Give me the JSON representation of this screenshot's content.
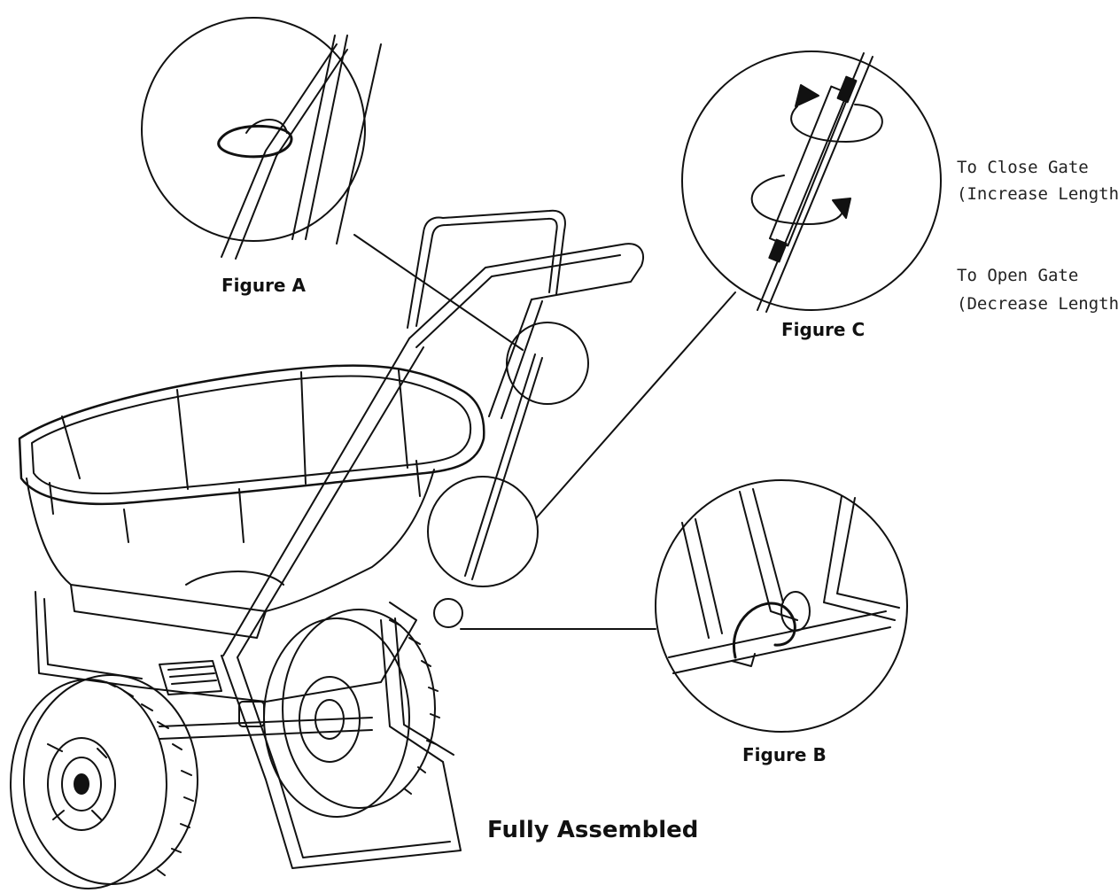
{
  "labels": {
    "figure_a": "Figure A",
    "figure_b": "Figure B",
    "figure_c": "Figure C",
    "fully_assembled": "Fully Assembled",
    "close_gate": "To Close Gate",
    "close_gate_detail": "(Increase Length)",
    "open_gate": "To Open Gate",
    "open_gate_detail": "(Decrease Length)"
  },
  "colors": {
    "ink": "#111111",
    "background": "#ffffff"
  }
}
